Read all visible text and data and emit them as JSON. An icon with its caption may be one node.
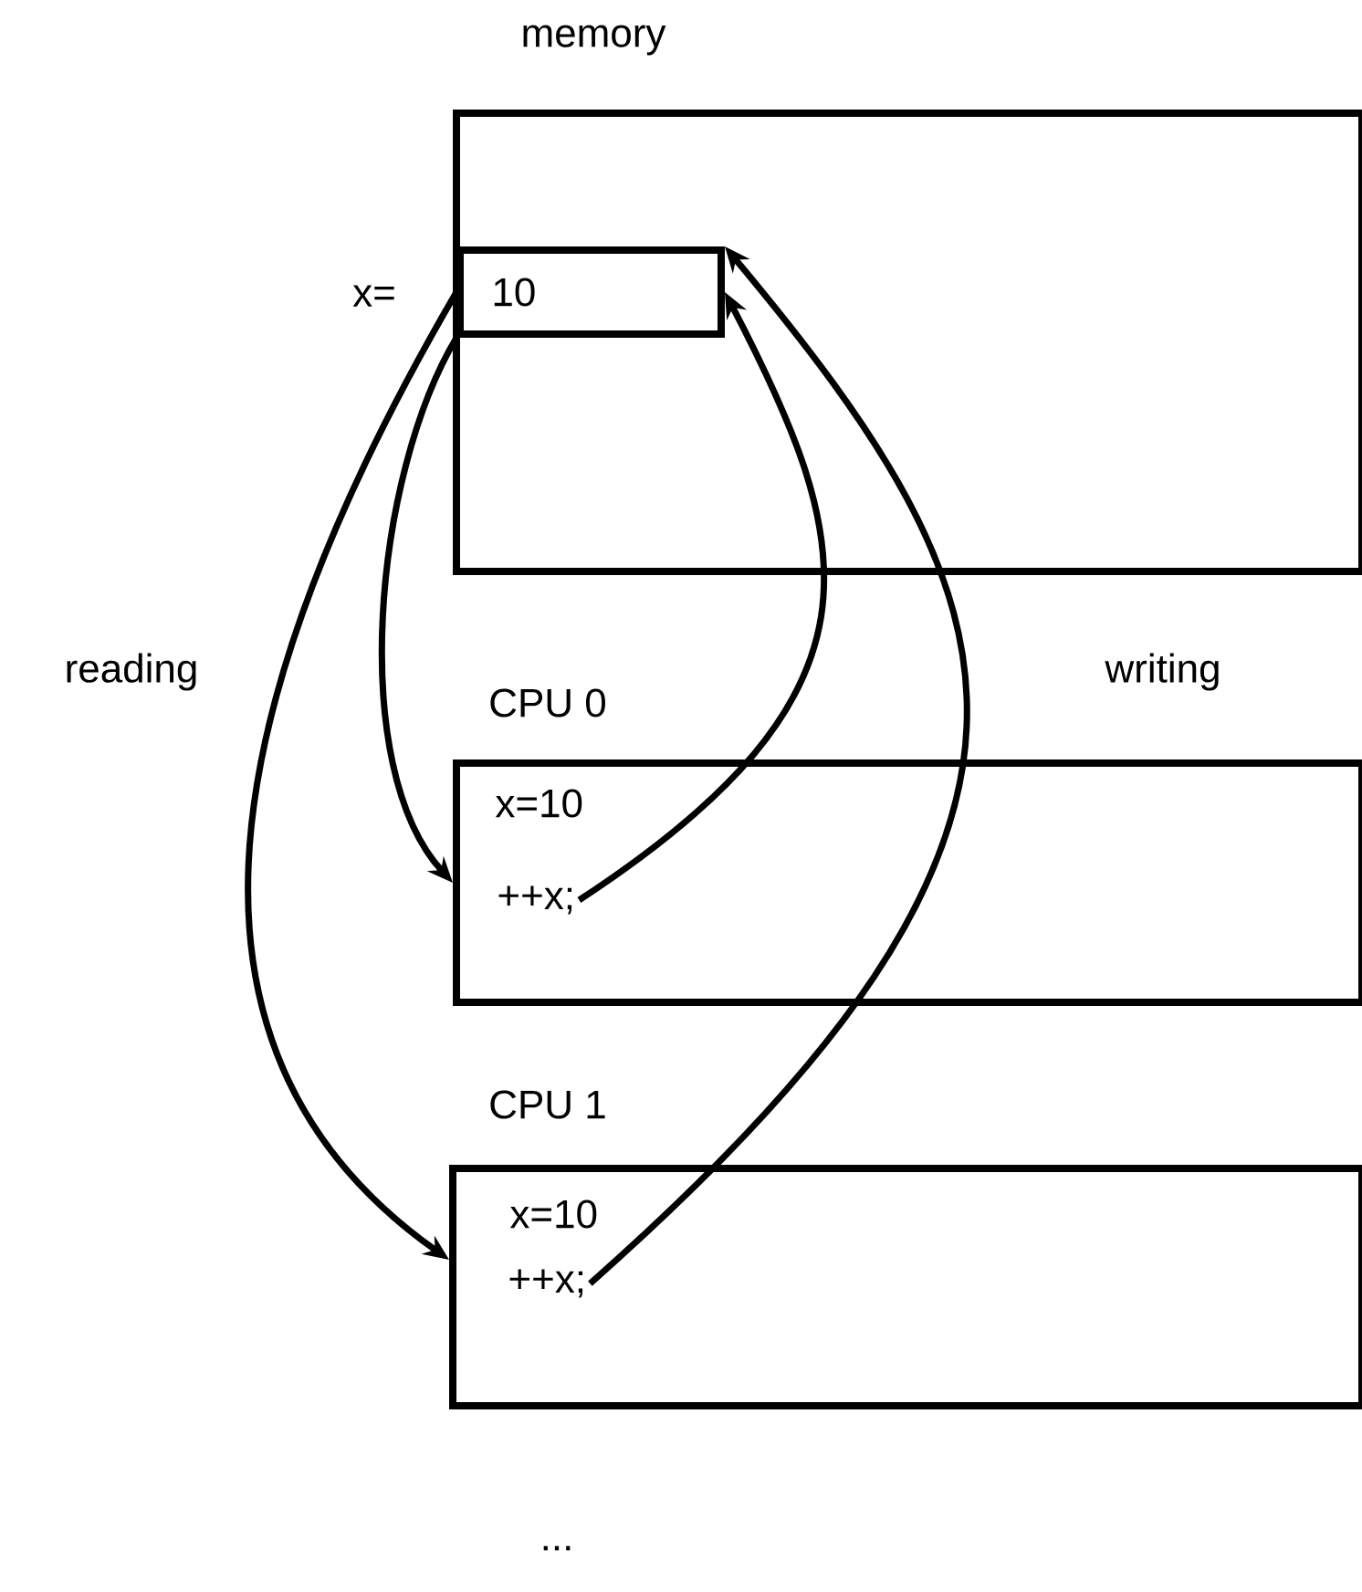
{
  "diagram": {
    "nodes": [
      {
        "text": [
          "memory"
        ]
      },
      {
        "text": [
          "10"
        ],
        "beside": [
          "x="
        ],
        "in": 0
      },
      {
        "text": [
          "CPU 0",
          "x=10"
        ]
      },
      {
        "text": [
          "++x;"
        ],
        "in": 2
      },
      {
        "text": [
          "CPU 1",
          "x=10"
        ]
      },
      {
        "text": [
          "++x;"
        ],
        "in": 4
      }
    ],
    "edges": [
      {
        "from": 1,
        "to": 2,
        "arrow": "to"
      },
      {
        "from": 1,
        "to": 4,
        "arrow": "to"
      },
      {
        "from": 3,
        "to": 1,
        "arrow": "to"
      },
      {
        "from": 5,
        "to": 1,
        "arrow": "to"
      }
    ],
    "labels": [
      "reading",
      "writing",
      "..."
    ]
  }
}
